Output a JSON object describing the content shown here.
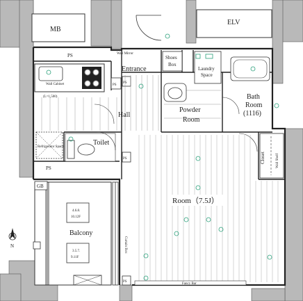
{
  "plan": {
    "mb": "MB",
    "elv": "ELV",
    "ps_top": "PS",
    "ps_left": "PS",
    "ps_mid_a": "PS",
    "ps_mid_b": "PS",
    "ps_bottom": "PS",
    "wall_mirror": "Wall Mirror",
    "entrance": "Entrance",
    "shoes_box": "Shoes\nBox",
    "shoes_box_1": "Shoes",
    "shoes_box_2": "Box",
    "laundry_1": "Laundry",
    "laundry_2": "Space",
    "bath_1": "Bath",
    "bath_2": "Room",
    "bath_3": "(1116)",
    "powder_1": "Powder",
    "powder_2": "Room",
    "hall": "Hall",
    "toilet": "Toilet",
    "kitchen_dim": "(L=1,500)",
    "wall_cabinet": "Wall Cabinet",
    "refrigerator": "Refrigerator Space",
    "closet": "Closet",
    "wall_shelf": "Wall Shelf",
    "room": "Room（7.5J）",
    "curtain_box": "Curtain Box",
    "fancy_bar": "Fancy Bar",
    "gb": "GB",
    "area_top_1": "4.6.8.",
    "area_top_2": "10.12F",
    "balcony": "Balcony",
    "area_bot_1": "3.5.7.",
    "area_bot_2": "9.11F",
    "north": "N"
  }
}
